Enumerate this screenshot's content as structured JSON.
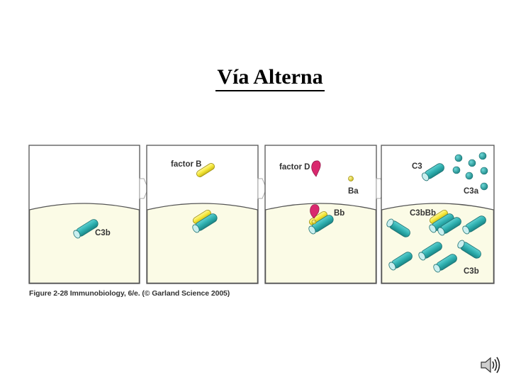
{
  "title": "Vía Alterna",
  "panels": [
    {
      "label_c3b": "C3b"
    },
    {
      "label_factor_b": "factor B"
    },
    {
      "label_factor_d": "factor D",
      "label_ba": "Ba",
      "label_bb": "Bb"
    },
    {
      "label_c3": "C3",
      "label_c3a": "C3a",
      "label_c3bbb": "C3bBb",
      "label_c3b": "C3b"
    }
  ],
  "caption": "Figure 2-28  Immunobiology, 6/e. (© Garland Science 2005)",
  "colors": {
    "teal": "#2fb0b0",
    "teal_dark": "#1a7f80",
    "yellow": "#f5e83a",
    "magenta": "#d9286e",
    "membrane": "#fbfbe6",
    "panel_border": "#555555",
    "arrow": "#bdbdbd"
  },
  "icons": {
    "speaker": "speaker-icon"
  }
}
